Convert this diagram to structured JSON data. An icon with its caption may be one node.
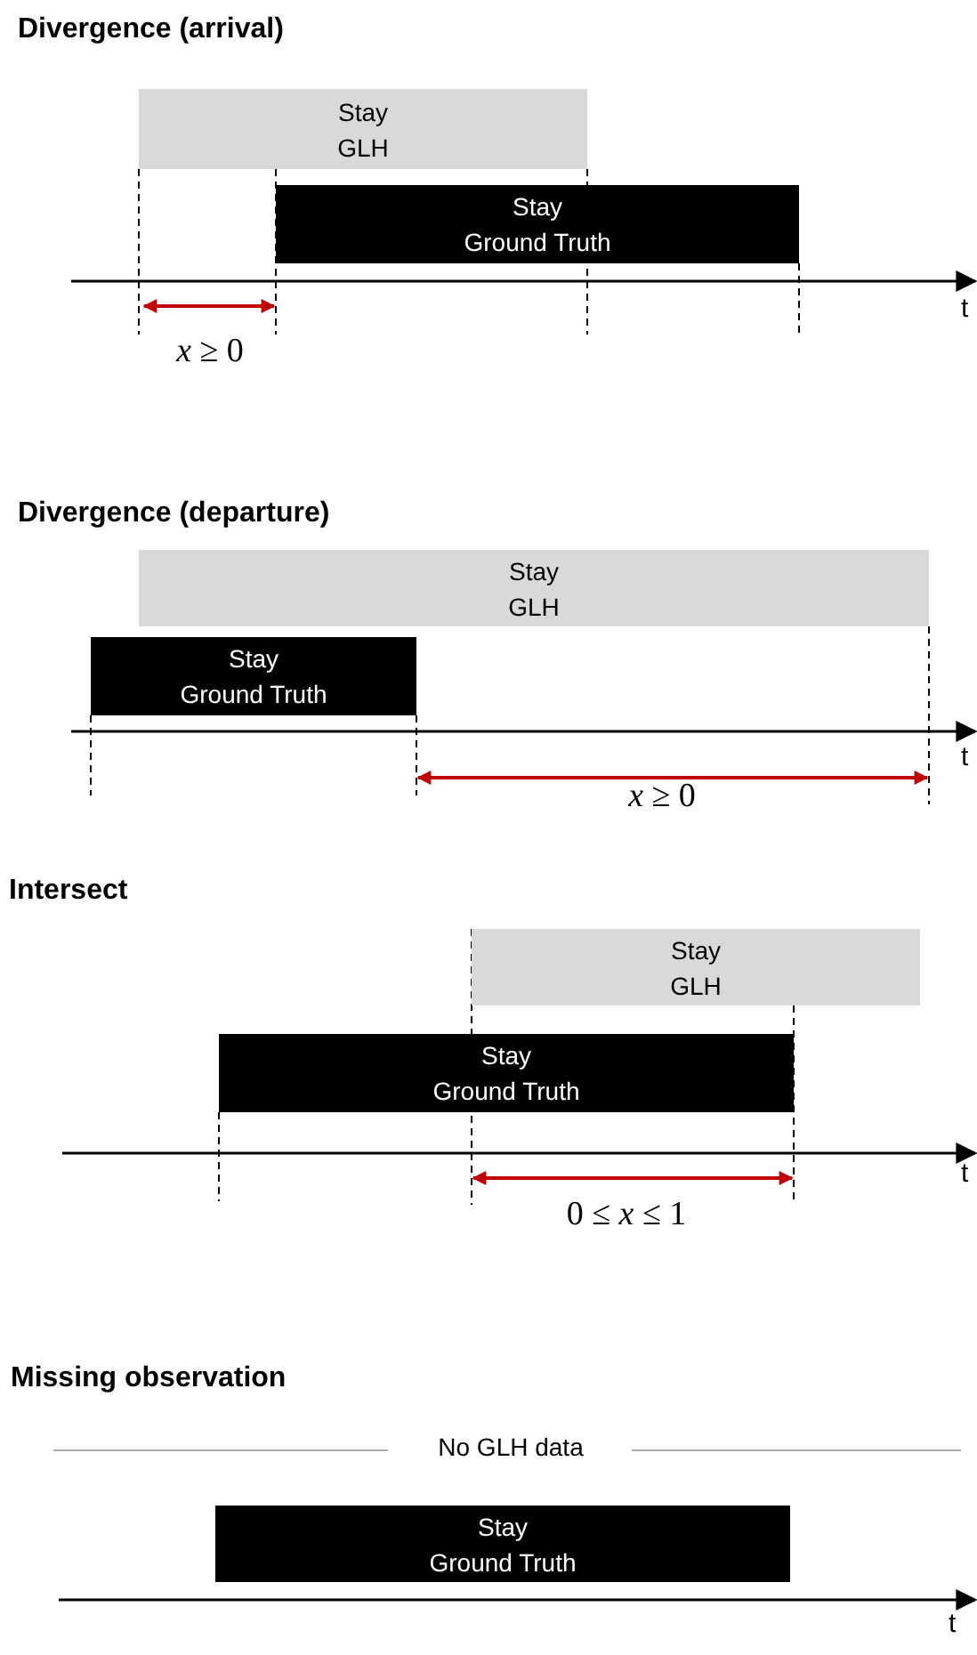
{
  "diagram": {
    "nodes": [
      {
        "text": [
          "Stay",
          "GLH"
        ]
      },
      {
        "text": [
          "Stay",
          "Ground Truth"
        ]
      },
      {
        "text": [
          "Stay",
          "GLH"
        ]
      },
      {
        "text": [
          "Stay",
          "Ground Truth"
        ]
      },
      {
        "text": [
          "Stay",
          "GLH"
        ]
      },
      {
        "text": [
          "Stay",
          "Ground Truth"
        ]
      },
      {
        "text": [
          "Stay",
          "Ground Truth"
        ]
      }
    ],
    "labels": [
      "Divergence (arrival)",
      "t",
      "*x* ≥ 0",
      "Divergence (departure)",
      "t",
      "*x* ≥ 0",
      "Intersect",
      "t",
      "0 ≤ *x* ≤ 1",
      "Missing observation",
      "No GLH data",
      "t"
    ]
  }
}
